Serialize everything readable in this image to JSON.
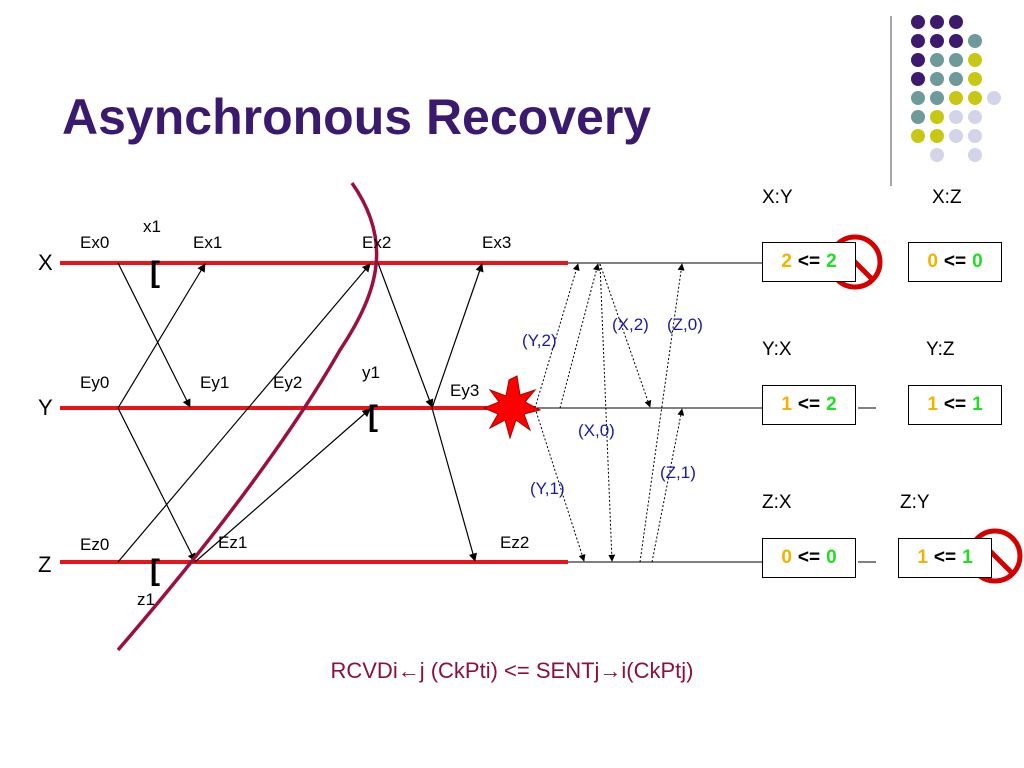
{
  "title": "Asynchronous Recovery",
  "processes": [
    "X",
    "Y",
    "Z"
  ],
  "events": {
    "ex0": "Ex0",
    "ex1": "Ex1",
    "ex2": "Ex2",
    "ex3": "Ex3",
    "ey0": "Ey0",
    "ey1": "Ey1",
    "ey2": "Ey2",
    "ey3": "Ey3",
    "ez0": "Ez0",
    "ez1": "Ez1",
    "ez2": "Ez2"
  },
  "checkpoints": {
    "x1": "x1",
    "y1": "y1",
    "z1": "z1"
  },
  "recovery_messages": {
    "y2": "(Y,2)",
    "x2": "(X,2)",
    "z0": "(Z,0)",
    "x0": "(X,0)",
    "z1": "(Z,1)",
    "y1": "(Y,1)"
  },
  "tables": [
    {
      "header": "X:Y",
      "left": "2",
      "op": "<=",
      "right": "2",
      "rejected": true
    },
    {
      "header": "X:Z",
      "left": "0",
      "op": "<=",
      "right": "0",
      "rejected": false
    },
    {
      "header": "Y:X",
      "left": "1",
      "op": "<=",
      "right": "2",
      "rejected": false
    },
    {
      "header": "Y:Z",
      "left": "1",
      "op": "<=",
      "right": "1",
      "rejected": false
    },
    {
      "header": "Z:X",
      "left": "0",
      "op": "<=",
      "right": "0",
      "rejected": false
    },
    {
      "header": "Z:Y",
      "left": "1",
      "op": "<=",
      "right": "1",
      "rejected": true
    }
  ],
  "formula": "RCVDi←j (CkPti) <= SENTj→i(CkPtj)",
  "colors": {
    "title": "#3a1a6e",
    "process_line": "#e8141a",
    "recovery_line": "#9a1040",
    "recovery_msg_text": "#1a1aa0",
    "table_left_value": "#f0b400",
    "table_right_value": "#22dd22",
    "crash": "#ff0000",
    "dot_purple": "#3d1a6e",
    "dot_teal": "#6f9a9a",
    "dot_yellow": "#c8c814",
    "dot_lavender": "#d4d4e8"
  },
  "icons": [
    "crash-burst-icon",
    "no-entry-icon",
    "decorative-dots-icon"
  ]
}
